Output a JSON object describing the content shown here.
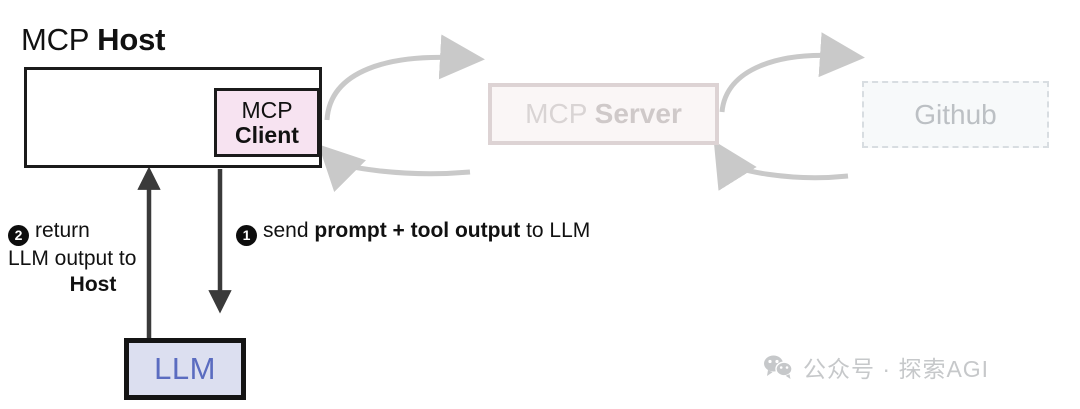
{
  "diagram": {
    "host": {
      "title_normal": "MCP ",
      "title_bold": "Host"
    },
    "client": {
      "line1": "MCP",
      "line2": "Client"
    },
    "server": {
      "label_normal": "MCP ",
      "label_bold": "Server"
    },
    "github": {
      "label": "Github"
    },
    "llm": {
      "label": "LLM"
    },
    "steps": [
      {
        "number": "1",
        "text_before": "send ",
        "text_bold": "prompt + tool output",
        "text_after": " to LLM"
      },
      {
        "number": "2",
        "line1": "return",
        "line2": "LLM output to",
        "line3_bold": "Host"
      }
    ],
    "watermark": {
      "icon": "wechat-icon",
      "text": "公众号 · 探索AGI"
    },
    "colors": {
      "client_fill": "#f7e3f1",
      "llm_fill": "#dcdff0",
      "llm_text": "#5b6cc0",
      "server_fill": "#faf6f6",
      "server_border": "#ddd3d4",
      "server_text": "#d9d4d4",
      "github_fill": "#f7f9fa",
      "github_border": "#d8dde1",
      "github_text": "#bcc0c4",
      "arrow_grey": "#c9c9c9",
      "arrow_black": "#3a3a3a",
      "stroke_black": "#1b1b1b"
    }
  }
}
